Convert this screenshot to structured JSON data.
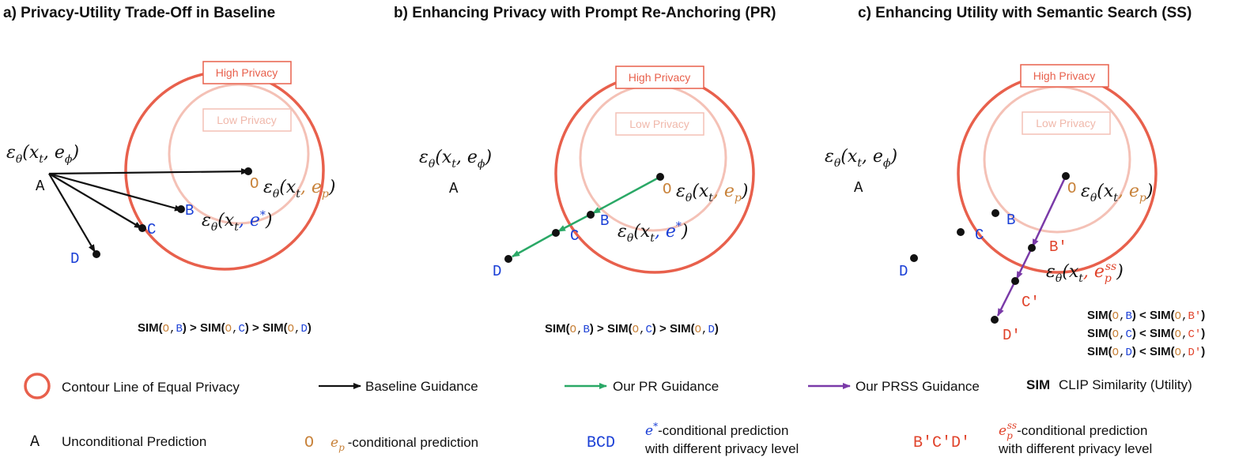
{
  "panels": [
    {
      "title": "a) Privacy-Utility Trade-Off in Baseline",
      "high_privacy": "High Privacy",
      "low_privacy": "Low Privacy",
      "sim_text": [
        "SIM(",
        "O",
        ",",
        "B",
        ") > SIM(",
        "O",
        ",",
        "C",
        ") > SIM(",
        "O",
        ",",
        "D",
        ")"
      ]
    },
    {
      "title": "b) Enhancing Privacy with Prompt Re-Anchoring (PR)",
      "high_privacy": "High Privacy",
      "low_privacy": "Low Privacy",
      "sim_text": [
        "SIM(",
        "O",
        ",",
        "B",
        ") > SIM(",
        "O",
        ",",
        "C",
        ") > SIM(",
        "O",
        ",",
        "D",
        ")"
      ]
    },
    {
      "title": "c) Enhancing Utility with Semantic Search (SS)",
      "high_privacy": "High Privacy",
      "low_privacy": "Low Privacy",
      "sim_lines": [
        [
          "SIM(",
          "O",
          ",",
          "B",
          ") < SIM(",
          "O",
          ",",
          "B′",
          ")"
        ],
        [
          "SIM(",
          "O",
          ",",
          "C",
          ") < SIM(",
          "O",
          ",",
          "C′",
          ")"
        ],
        [
          "SIM(",
          "O",
          ",",
          "D",
          ") < SIM(",
          "O",
          ",",
          "D′",
          ")"
        ]
      ]
    }
  ],
  "points": {
    "A": "A",
    "O": "O",
    "B": "B",
    "C": "C",
    "D": "D",
    "B2": "B′",
    "C2": "C′",
    "D2": "D′"
  },
  "math": {
    "eps": "ε",
    "theta": "θ",
    "open": "(x",
    "t": "t",
    "comma": ", e",
    "phi": "ϕ",
    "p": "p",
    "star": "*",
    "ss": "ss",
    "close": ")"
  },
  "legend": {
    "contour": "Contour Line of Equal Privacy",
    "baseline": "Baseline Guidance",
    "pr": "Our PR Guidance",
    "prss": "Our PRSS Guidance",
    "sim_key": "SIM",
    "sim_desc": "CLIP Similarity (Utility)",
    "uncond_sym": "A",
    "uncond": "Unconditional Prediction",
    "ep_sym": "O",
    "ep_var": "e",
    "ep_sub": "p",
    "ep_desc": "-conditional prediction",
    "bcd_sym": "BCD",
    "estar_var": "e",
    "estar_sup": "*",
    "estar_desc1": "-conditional prediction",
    "estar_desc2": "with different privacy level",
    "bcd2_sym": "B′C′D′",
    "ess_var": "e",
    "ess_sub": "p",
    "ess_sup": "ss",
    "ess_desc1": "-conditional prediction",
    "ess_desc2": "with different privacy level"
  },
  "colors": {
    "contour_high": "#e8604c",
    "contour_low": "#f4c1b6",
    "low_text": "#f0b8ab",
    "baseline": "#111111",
    "pr": "#2aa866",
    "prss": "#7a3aa8",
    "ep": "#c8823a",
    "bcd": "#1a3fd6",
    "primes": "#e0432b"
  }
}
